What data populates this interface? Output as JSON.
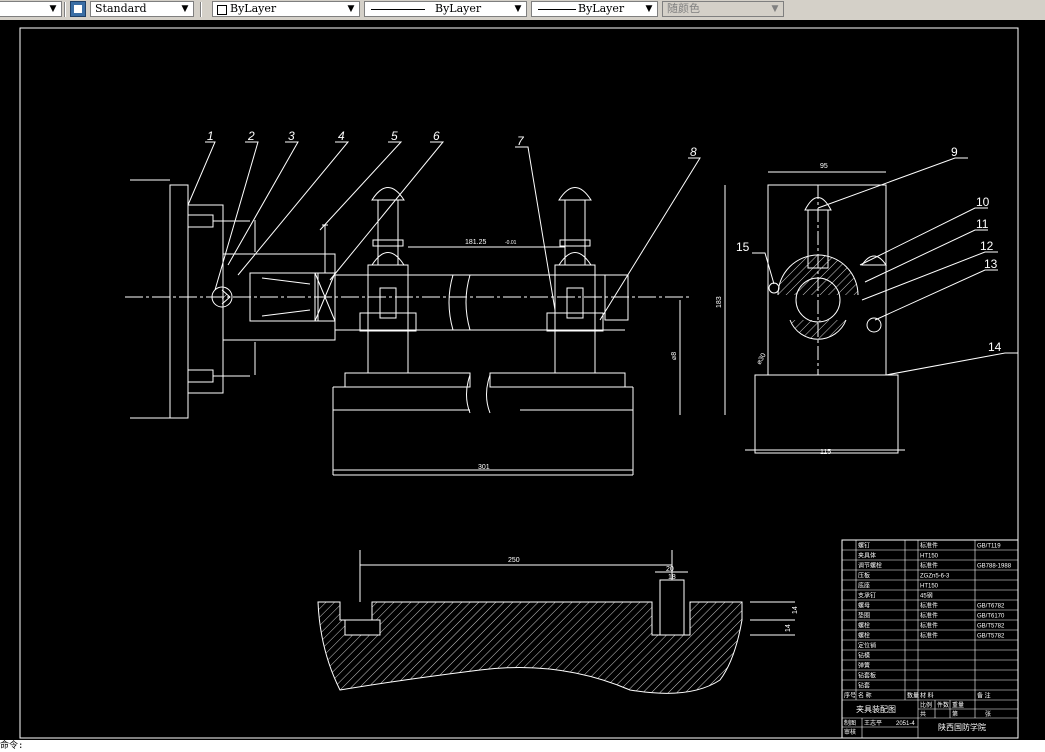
{
  "toolbar": {
    "text_style": "Standard",
    "layer": "ByLayer",
    "linetype": "ByLayer",
    "lineweight": "ByLayer",
    "plot_color": "随颜色"
  },
  "drawing": {
    "balloons": [
      "1",
      "2",
      "3",
      "4",
      "5",
      "6",
      "7",
      "8",
      "9",
      "10",
      "11",
      "12",
      "13",
      "14",
      "15"
    ],
    "dims": {
      "d181": "181.25",
      "d181_tol": "-0.01",
      "d301": "301",
      "d95": "95",
      "d183": "183",
      "d115": "115",
      "d250": "250",
      "d20": "20",
      "d18": "18",
      "d14a": "14",
      "d14b": "14",
      "dia_left": "⌀8",
      "dia_right": "⌀30"
    }
  },
  "bom": {
    "rows": [
      [
        "",
        "螺钉",
        "",
        "标准件",
        "GB/T119"
      ],
      [
        "",
        "夹具体",
        "",
        "HT150",
        ""
      ],
      [
        "",
        "调节螺栓",
        "",
        "标准件",
        "GB788-1988"
      ],
      [
        "",
        "压板",
        "",
        "ZGZn5-6-3",
        ""
      ],
      [
        "",
        "底座",
        "",
        "HT150",
        ""
      ],
      [
        "",
        "支承钉",
        "",
        "45钢",
        ""
      ],
      [
        "",
        "螺母",
        "",
        "标准件",
        "GB/T6782"
      ],
      [
        "",
        "垫圈",
        "",
        "标准件",
        "GB/T6170"
      ],
      [
        "",
        "螺栓",
        "",
        "标准件",
        "GB/T5782"
      ],
      [
        "",
        "螺栓",
        "",
        "标准件",
        "GB/T5782"
      ],
      [
        "",
        "定位销",
        "",
        "",
        ""
      ],
      [
        "",
        "钻模",
        "",
        "",
        ""
      ],
      [
        "",
        "弹簧",
        "",
        "",
        ""
      ],
      [
        "",
        "钻套板",
        "",
        "",
        ""
      ],
      [
        "",
        "钻套",
        "",
        "",
        ""
      ]
    ],
    "header": [
      "序号",
      "名  称",
      "数量",
      "材  料",
      "备  注"
    ],
    "title": "夹具装配图",
    "sub_labels": [
      "比例",
      "件数",
      "重量",
      "共",
      "第",
      "张"
    ],
    "footer_left": [
      "制图",
      "审核"
    ],
    "drawing_no": "2051-4",
    "designer": "王志平",
    "school": "陕西国防学院"
  },
  "command_line": "命令:"
}
